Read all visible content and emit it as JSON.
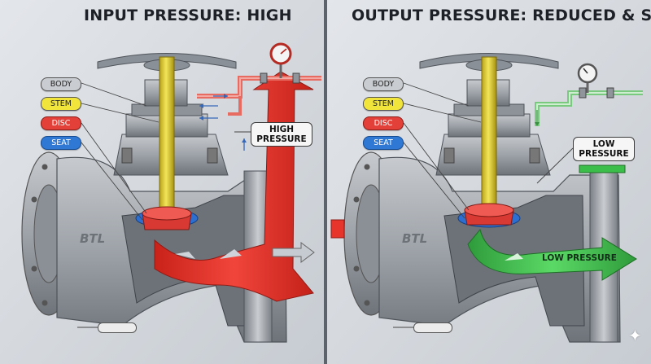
{
  "panels": {
    "left_title": "INPUT PRESSURE: HIGH",
    "right_title": "OUTPUT PRESSURE: REDUCED & STABLE"
  },
  "labels": {
    "body": "BODY",
    "stem": "STEM",
    "disc": "DISC",
    "seat": "SEAT"
  },
  "callouts": {
    "high_pressure": "HIGH PRESSURE",
    "low_pressure": "LOW PRESSURE",
    "flow_low_pressure": "LOW PRESSURE"
  },
  "colors": {
    "high_flow": "#e8352c",
    "low_flow": "#3cbf4a",
    "stem": "#e9d53a",
    "seat": "#2d6fd1",
    "disc": "#d83a33",
    "metal": "#9ea3a9",
    "background": "#d9dde2"
  },
  "icons": {
    "gauge": "pressure-gauge-icon",
    "sparkle": "sparkle-icon"
  }
}
